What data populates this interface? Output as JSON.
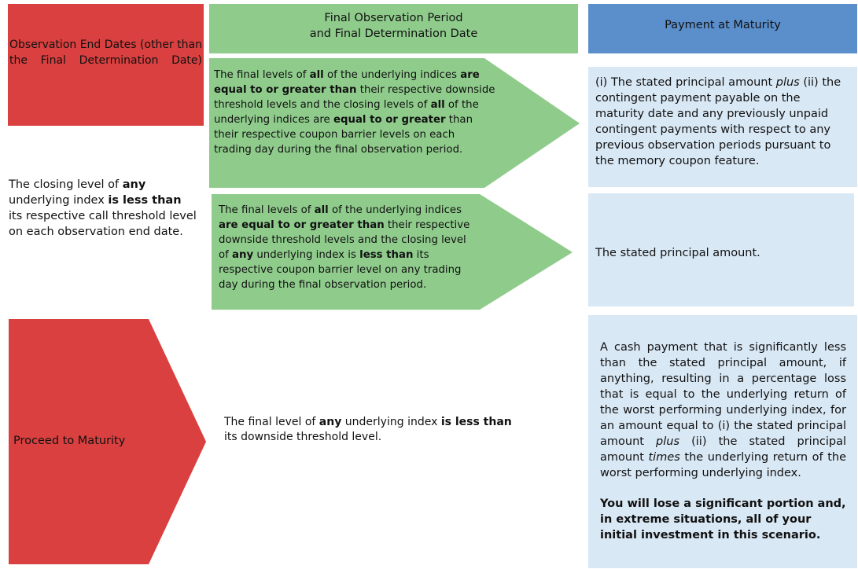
{
  "header": {
    "col1_title": "Observation End Dates (other than the Final Determination Date)",
    "col2_title_line1": "Final Observation Period",
    "col2_title_line2": "and Final Determination Date",
    "col3_title": "Payment at Maturity"
  },
  "left": {
    "call_condition": {
      "t1": "The closing level of ",
      "b1": "any",
      "t2": " underlying index ",
      "b2": "is less than",
      "t3": " its respective call threshold level on each observation end date."
    },
    "proceed_label": "Proceed to Maturity"
  },
  "scenarios": [
    {
      "condition": {
        "t1": "The final levels of ",
        "b1": "all",
        "t2": " of the underlying indices ",
        "b2": "are equal to or greater than",
        "t3": " their respective downside threshold levels and the closing levels of ",
        "b3": "all",
        "t4": " of the underlying indices are ",
        "b4": "equal to or greater",
        "t5": " than their respective coupon barrier levels on each trading day during the final observation period."
      },
      "payment": {
        "t1": "(i) The stated principal amount ",
        "i1": "plus",
        "t2": " (ii) the contingent payment payable on the maturity date and any previously unpaid contingent payments with respect to any previous observation periods pursuant to the memory coupon feature."
      }
    },
    {
      "condition": {
        "t1": "The final levels of ",
        "b1": "all",
        "t2": " of the underlying indices ",
        "b2": "are equal to or greater than",
        "t3": " their respective downside threshold levels and the closing level of ",
        "b3": "any",
        "t4": " underlying index is ",
        "b4": "less than",
        "t5": " its respective coupon barrier level on any trading day during the final observation period."
      },
      "payment": {
        "t1": "The stated principal amount."
      }
    },
    {
      "condition": {
        "t1": "The final level of ",
        "b1": "any",
        "t2": " underlying index ",
        "b2": "is less than",
        "t3": " its downside threshold level."
      },
      "payment": {
        "t1": "A cash payment that is significantly less than the stated principal amount, if anything, resulting in a percentage loss that is equal to the underlying return of the worst performing underlying index, for an amount equal to (i) the stated principal amount ",
        "i1": "plus",
        "t2": " (ii) the stated principal amount ",
        "i2": "times",
        "t3": " the underlying return of the worst performing underlying index.",
        "warning": "You will lose a significant portion and, in extreme situations, all of your initial investment in this scenario."
      }
    }
  ],
  "colors": {
    "red": "#d9403f",
    "green": "#8fcc8c",
    "blue": "#5b8fcc",
    "lightblue": "#d9e8f5"
  }
}
